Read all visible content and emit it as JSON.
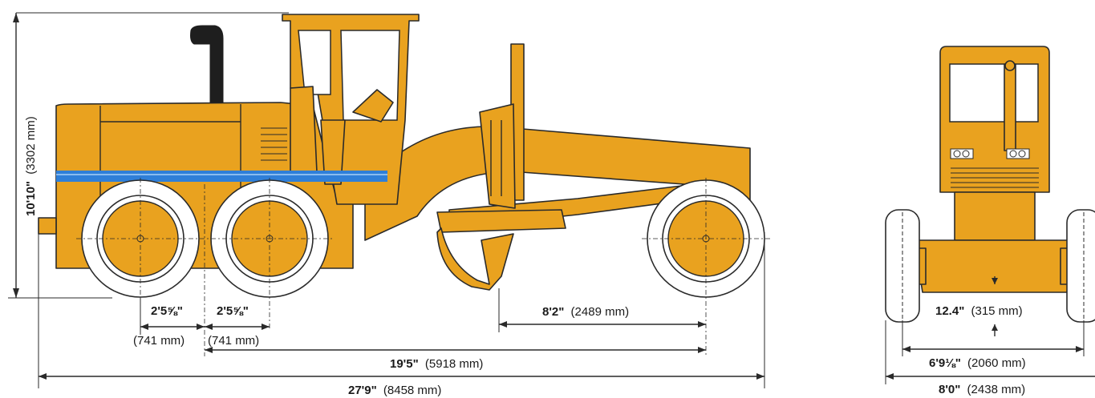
{
  "colors": {
    "body": "#e9a21f",
    "stripe": "#2f7fd8",
    "outline": "#2a2a2a",
    "tire": "#ffffff",
    "exhaust": "#1e1e1e"
  },
  "dimensions": {
    "height": {
      "main": "10'10\"",
      "metric": "(3302 mm)"
    },
    "tandem_front": {
      "main": "2'5⅝\"",
      "metric": "(741 mm)"
    },
    "tandem_rear": {
      "main": "2'5⅝\"",
      "metric": "(741 mm)"
    },
    "axle_to_blade": {
      "main": "8'2\"",
      "metric": "(2489 mm)"
    },
    "wheelbase": {
      "main": "19'5\"",
      "metric": "(5918 mm)"
    },
    "overall_length": {
      "main": "27'9\"",
      "metric": "(8458 mm)"
    },
    "ground_clearance": {
      "main": "12.4\"",
      "metric": "(315 mm)"
    },
    "tread_width": {
      "main": "6'9⅛\"",
      "metric": "(2060 mm)"
    },
    "overall_width": {
      "main": "8'0\"",
      "metric": "(2438 mm)"
    }
  }
}
